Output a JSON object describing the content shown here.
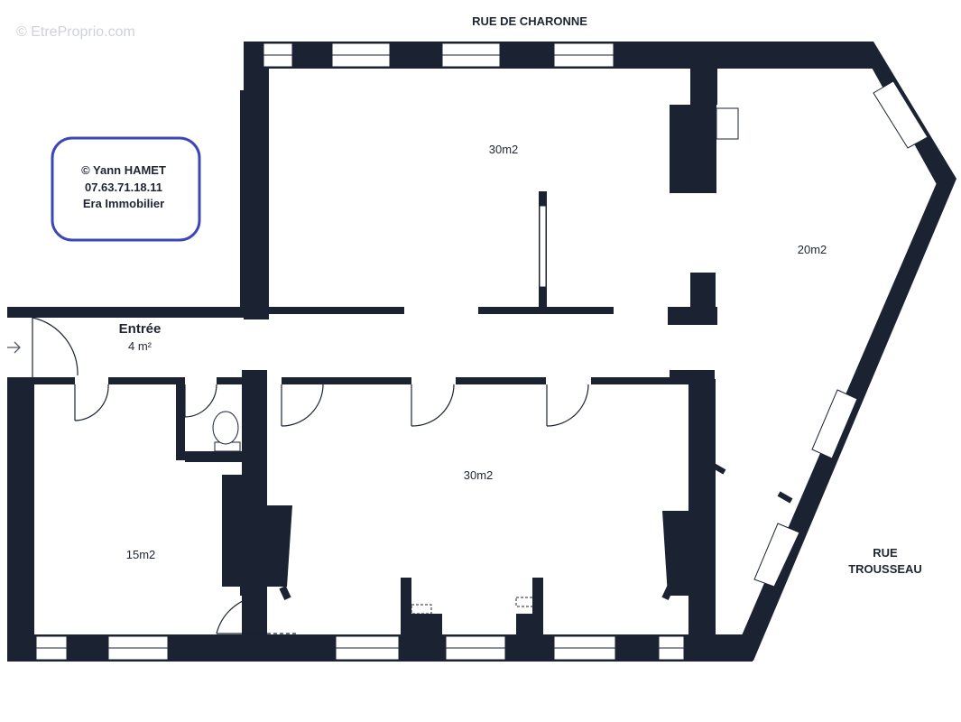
{
  "watermark": "© EtreProprio.com",
  "streets": {
    "north": "RUE DE CHARONNE",
    "east_line1": "RUE",
    "east_line2": "TROUSSEAU"
  },
  "contact": {
    "line1": "© Yann HAMET",
    "line2": "07.63.71.18.11",
    "line3": "Era Immobilier",
    "border_color": "#3b47b8"
  },
  "rooms": {
    "room_top": "30m2",
    "room_right": "20m2",
    "entrance_name": "Entrée",
    "entrance_area": "4 m²",
    "room_bottom": "30m2",
    "room_left": "15m2"
  },
  "colors": {
    "wall": "#1b2333",
    "text": "#1f2534"
  },
  "icons": {
    "entry": "arrow-right-icon"
  }
}
